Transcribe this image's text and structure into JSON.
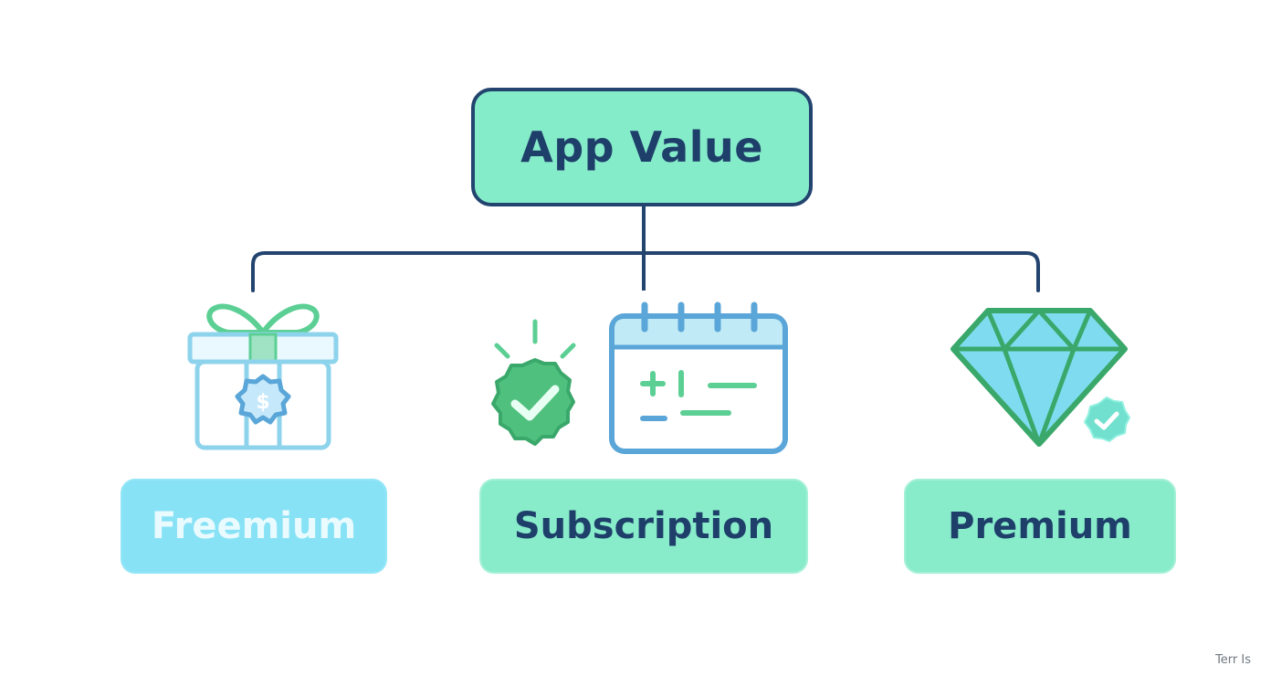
{
  "diagram": {
    "root": {
      "label": "App Value"
    },
    "models": [
      {
        "label": "Freemium",
        "icon": "gift-box-icon"
      },
      {
        "label": "Subscription",
        "icon": "calendar-icon"
      },
      {
        "label": "Premium",
        "icon": "diamond-icon"
      }
    ],
    "corner_text": "Terr Is"
  },
  "colors": {
    "line": "#22446f",
    "text": "#1f3f6b",
    "mint": "#85ecc9",
    "sky": "#88e2f5",
    "green": "#3cb878",
    "blue": "#5aa6d8"
  }
}
